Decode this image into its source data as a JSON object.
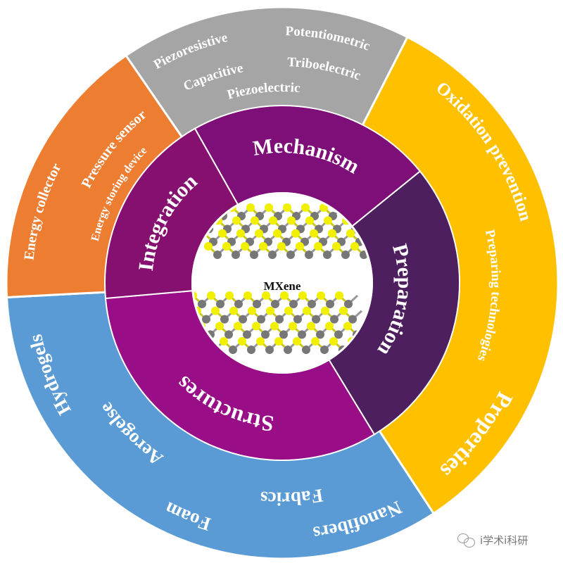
{
  "center": {
    "label": "MXene"
  },
  "inner_ring": {
    "mechanism": "Mechanism",
    "preparation": "Preparation",
    "structures": "Structures",
    "integration": "Integration"
  },
  "outer_ring": {
    "mechanism_types": [
      "Piezoresistive",
      "Potentiometric",
      "Capacitive",
      "Triboelectric",
      "Piezoelectric"
    ],
    "properties": {
      "title": "Properties",
      "items": [
        "Oxidation prevention",
        "Preparing technologies"
      ]
    },
    "structures": [
      "Nanofibers",
      "Fabrics",
      "Foam",
      "Aerogelse",
      "Hydrogels"
    ],
    "integration": [
      "Energy collector",
      "Pressure sensor",
      "Energy storing device"
    ]
  },
  "colors": {
    "gray": "#a5a5a5",
    "yellow": "#ffc000",
    "blue": "#5b9bd5",
    "orange": "#ed7d31",
    "mechanism": "#7e0f78",
    "preparation": "#4e1f5e",
    "structures": "#990d86",
    "integration": "#86106f"
  },
  "watermark": "i学术i科研"
}
